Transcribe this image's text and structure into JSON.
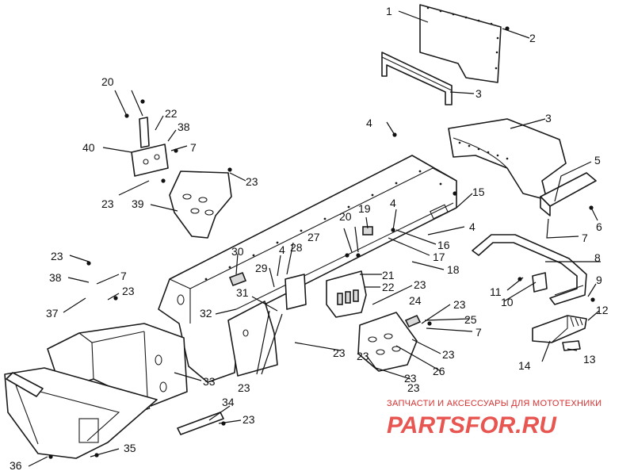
{
  "callouts": [
    {
      "id": "c1",
      "text": "1"
    },
    {
      "id": "c2",
      "text": "2"
    },
    {
      "id": "c3a",
      "text": "3"
    },
    {
      "id": "c3b",
      "text": "3"
    },
    {
      "id": "c4a",
      "text": "4"
    },
    {
      "id": "c4b",
      "text": "4"
    },
    {
      "id": "c4c",
      "text": "4"
    },
    {
      "id": "c4d",
      "text": "4"
    },
    {
      "id": "c5",
      "text": "5"
    },
    {
      "id": "c6",
      "text": "6"
    },
    {
      "id": "c7a",
      "text": "7"
    },
    {
      "id": "c7b",
      "text": "7"
    },
    {
      "id": "c7c",
      "text": "7"
    },
    {
      "id": "c7d",
      "text": "7"
    },
    {
      "id": "c8",
      "text": "8"
    },
    {
      "id": "c9",
      "text": "9"
    },
    {
      "id": "c10",
      "text": "10"
    },
    {
      "id": "c11",
      "text": "11"
    },
    {
      "id": "c12",
      "text": "12"
    },
    {
      "id": "c13",
      "text": "13"
    },
    {
      "id": "c14",
      "text": "14"
    },
    {
      "id": "c15",
      "text": "15"
    },
    {
      "id": "c16",
      "text": "16"
    },
    {
      "id": "c17",
      "text": "17"
    },
    {
      "id": "c18",
      "text": "18"
    },
    {
      "id": "c19",
      "text": "19"
    },
    {
      "id": "c20a",
      "text": "20"
    },
    {
      "id": "c20b",
      "text": "20"
    },
    {
      "id": "c21",
      "text": "21"
    },
    {
      "id": "c22a",
      "text": "22"
    },
    {
      "id": "c22b",
      "text": "22"
    },
    {
      "id": "c23a",
      "text": "23"
    },
    {
      "id": "c23b",
      "text": "23"
    },
    {
      "id": "c23c",
      "text": "23"
    },
    {
      "id": "c23d",
      "text": "23"
    },
    {
      "id": "c23e",
      "text": "23"
    },
    {
      "id": "c23f",
      "text": "23"
    },
    {
      "id": "c23g",
      "text": "23"
    },
    {
      "id": "c23h",
      "text": "23"
    },
    {
      "id": "c23i",
      "text": "23"
    },
    {
      "id": "c23j",
      "text": "23"
    },
    {
      "id": "c23k",
      "text": "23"
    },
    {
      "id": "c23l",
      "text": "23"
    },
    {
      "id": "c23m",
      "text": "23"
    },
    {
      "id": "c24",
      "text": "24"
    },
    {
      "id": "c25",
      "text": "25"
    },
    {
      "id": "c26",
      "text": "26"
    },
    {
      "id": "c27",
      "text": "27"
    },
    {
      "id": "c28",
      "text": "28"
    },
    {
      "id": "c29",
      "text": "29"
    },
    {
      "id": "c30",
      "text": "30"
    },
    {
      "id": "c31",
      "text": "31"
    },
    {
      "id": "c32",
      "text": "32"
    },
    {
      "id": "c33",
      "text": "33"
    },
    {
      "id": "c34",
      "text": "34"
    },
    {
      "id": "c35",
      "text": "35"
    },
    {
      "id": "c36",
      "text": "36"
    },
    {
      "id": "c37",
      "text": "37"
    },
    {
      "id": "c38a",
      "text": "38"
    },
    {
      "id": "c38b",
      "text": "38"
    },
    {
      "id": "c39",
      "text": "39"
    },
    {
      "id": "c40",
      "text": "40"
    }
  ],
  "watermark": {
    "tagline": "ЗАПЧАСТИ И АКСЕССУАРЫ ДЛЯ МОТОТЕХНИКИ",
    "logo": "PARTSFOR.RU",
    "color": "#e53935"
  }
}
